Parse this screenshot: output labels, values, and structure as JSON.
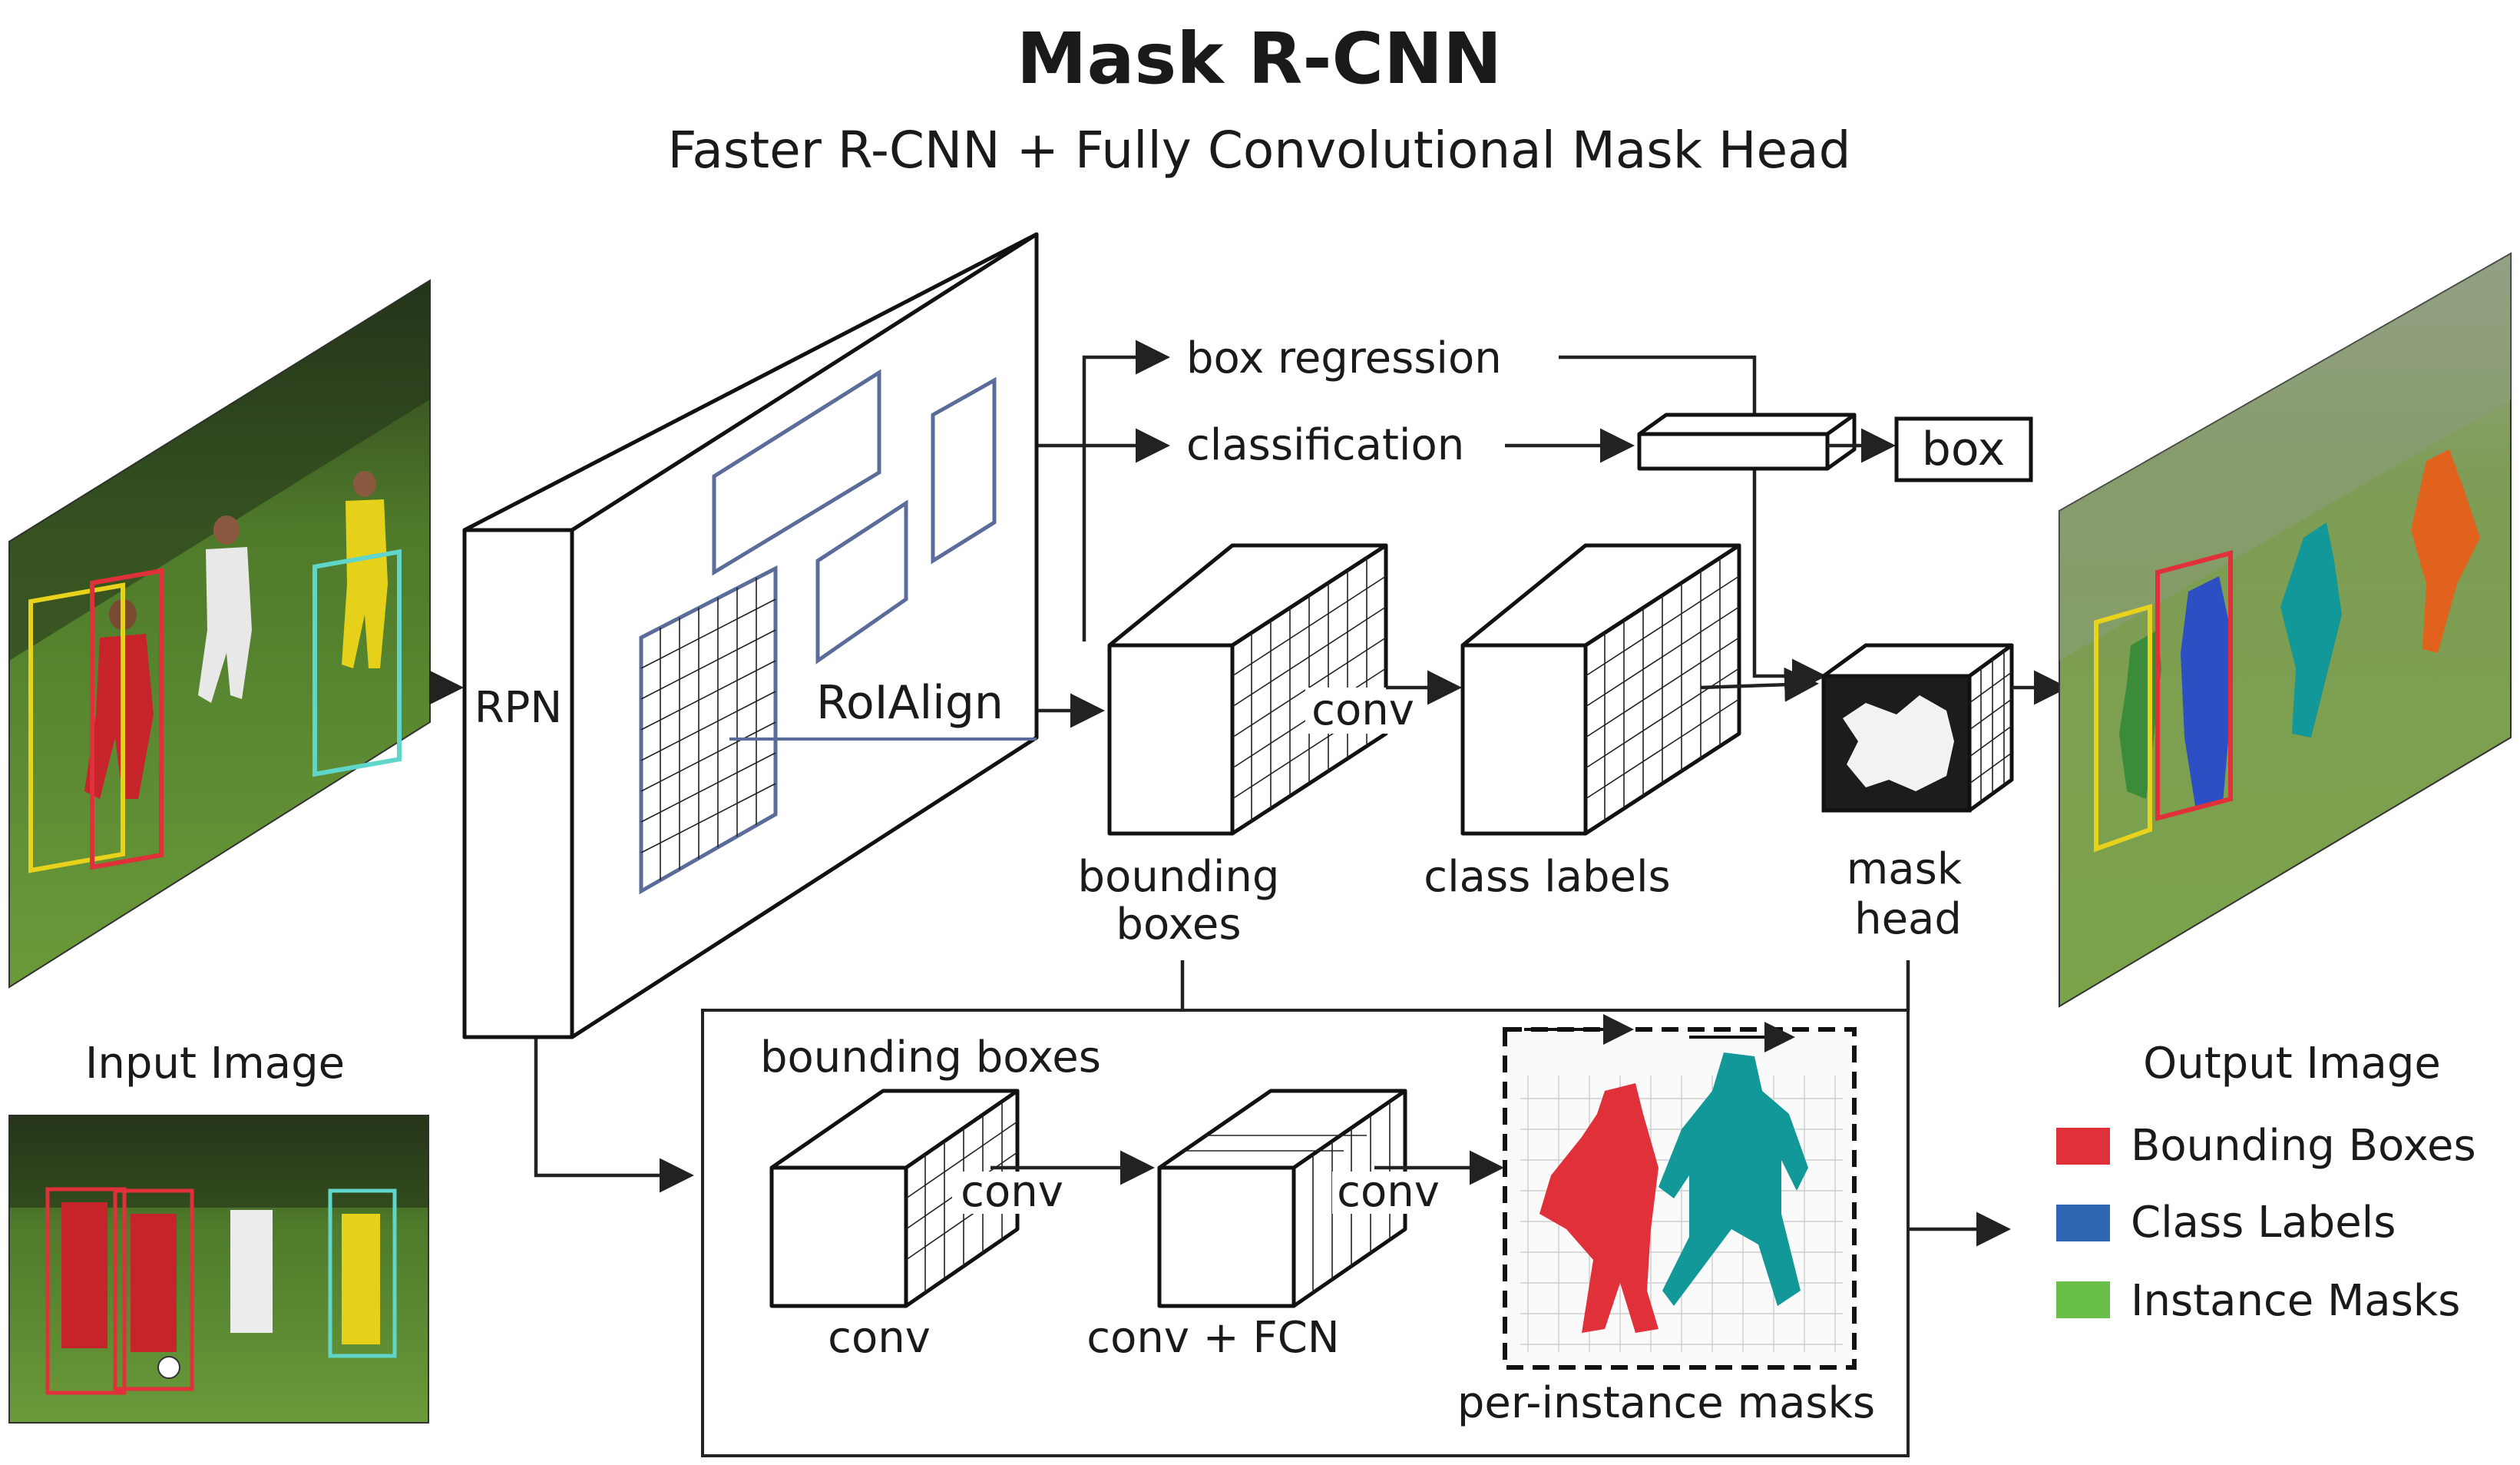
{
  "title": "Mask R-CNN",
  "subtitle": "Faster R-CNN + Fully Convolutional Mask Head",
  "input": {
    "label": "Input Image"
  },
  "output": {
    "label": "Output Image"
  },
  "backbone": {
    "rpn_label": "RPN",
    "roialign_label": "RoIAlign"
  },
  "heads": {
    "box_regression": "box regression",
    "classification": "classification",
    "box": "box",
    "conv_top_1": "conv",
    "bounding_boxes": [
      "bounding",
      "boxes"
    ],
    "class_labels": "class labels",
    "mask_head": [
      "mask",
      "head"
    ]
  },
  "detail": {
    "bounding_boxes": "bounding boxes",
    "conv_a": "conv",
    "conv_b": "conv",
    "conv_bottom": "conv",
    "conv_fcn": "conv + FCN",
    "per_instance_masks": "per-instance masks"
  },
  "legend": [
    {
      "label": "Bounding Boxes",
      "color": "#e0303a"
    },
    {
      "label": "Class Labels",
      "color": "#2f66b3"
    },
    {
      "label": "Instance Masks",
      "color": "#6abf4b"
    }
  ],
  "colors": {
    "box_yellow": "#e8d21c",
    "box_red": "#e0303a",
    "box_cyan": "#5fd6c9",
    "mask_blue": "#2c4fc4",
    "mask_green": "#3a8b3a",
    "mask_teal": "#129898",
    "mask_orange": "#e0621c"
  }
}
